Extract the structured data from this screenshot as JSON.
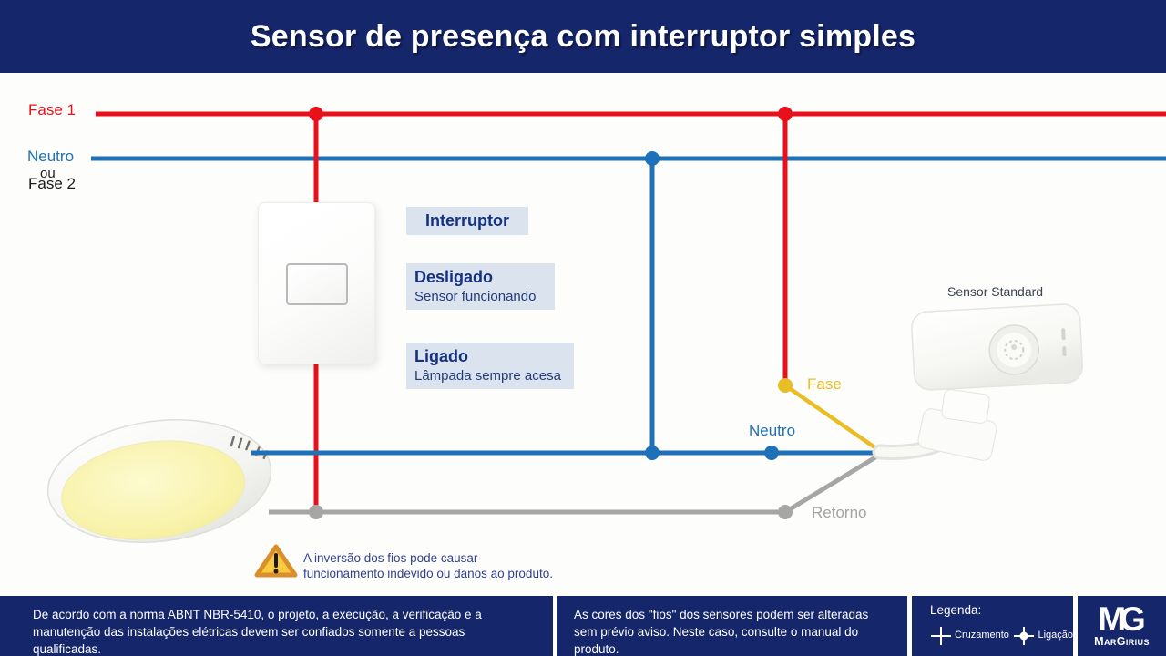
{
  "header": {
    "title": "Sensor de presença com interruptor simples"
  },
  "wires": {
    "fase1_label": "Fase 1",
    "neutro_label": "Neutro",
    "ou_label": "ou",
    "fase2_label": "Fase 2",
    "fase_label": "Fase",
    "neutro_sensor_label": "Neutro",
    "retorno_label": "Retorno",
    "colors": {
      "fase": "#e8111b",
      "neutro": "#1d71b8",
      "fase_sensor": "#e9bd25",
      "retorno": "#a6a6a6"
    }
  },
  "switch": {
    "interruptor": "Interruptor",
    "desligado_title": "Desligado",
    "desligado_sub": "Sensor funcionando",
    "ligado_title": "Ligado",
    "ligado_sub": "Lâmpada sempre acesa"
  },
  "sensor": {
    "label": "Sensor Standard"
  },
  "warning": {
    "line1": "A inversão dos fios pode causar",
    "line2": "funcionamento indevido ou danos ao produto."
  },
  "footer": {
    "note1": "De acordo com a norma ABNT NBR-5410, o projeto, a execução, a verificação e a manutenção das instalações elétricas devem ser confiados somente a pessoas qualificadas.",
    "note2": "As cores dos \"fios\" dos sensores podem ser alteradas sem prévio aviso. Neste caso, consulte o manual do produto.",
    "legend_title": "Legenda:",
    "legend_cruzamento": "Cruzamento",
    "legend_ligacao": "Ligação",
    "brand_monogram": "MG",
    "brand_name": "MarGirius"
  },
  "theme": {
    "navy": "#15266b",
    "label_bg": "#dbe3ef",
    "label_text": "#16317f",
    "lamp_face": "#f7f2a2"
  }
}
